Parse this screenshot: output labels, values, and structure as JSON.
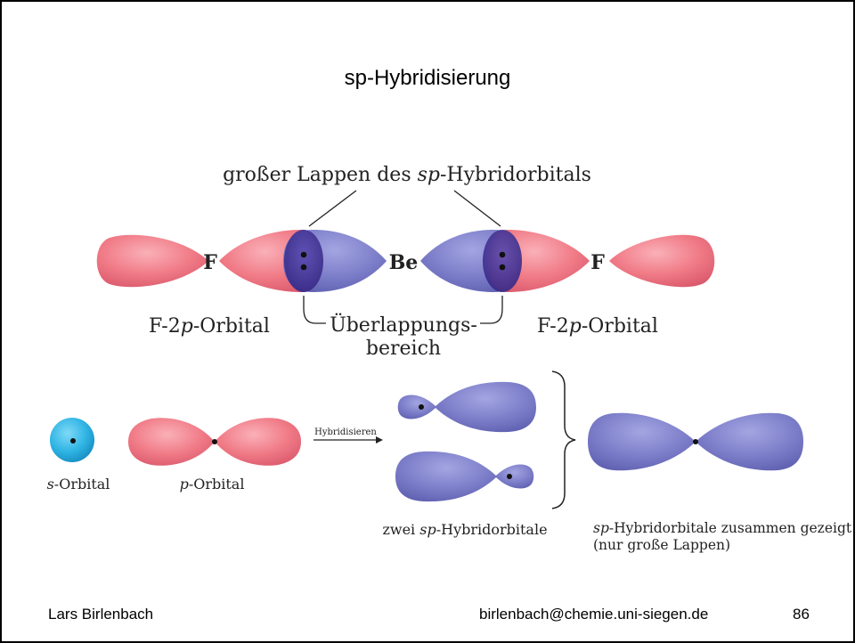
{
  "slide": {
    "title": "sp-Hybridisierung",
    "footer": {
      "author": "Lars Birlenbach",
      "email": "birlenbach@chemie.uni-siegen.de",
      "page_number": "86"
    }
  },
  "top_diagram": {
    "heading_prefix": "großer Lappen des ",
    "heading_italic": "sp",
    "heading_suffix": "-Hybridorbitals",
    "atom_f_left": "F",
    "atom_be": "Be",
    "atom_f_right": "F",
    "left_label_prefix": "F-2",
    "left_label_italic": "p",
    "left_label_suffix": "-Orbital",
    "right_label_prefix": "F-2",
    "right_label_italic": "p",
    "right_label_suffix": "-Orbital",
    "overlap_line1": "Überlappungs-",
    "overlap_line2": "bereich"
  },
  "bottom_diagram": {
    "s_label_italic": "s",
    "s_label_suffix": "-Orbital",
    "p_label_italic": "p",
    "p_label_suffix": "-Orbital",
    "arrow_label": "Hybridisieren",
    "two_sp_prefix": "zwei ",
    "two_sp_italic": "sp",
    "two_sp_suffix": "-Hybridorbitale",
    "combined_italic": "sp",
    "combined_suffix": "-Hybridorbitale zusammen gezeigt",
    "combined_line2": "(nur große Lappen)"
  },
  "colors": {
    "f_orbital": "#f07a86",
    "sp_orbital": "#7b7cc8",
    "s_orbital": "#2fb4e4",
    "overlap": "#3f2f95",
    "nucleus": "#1a1a1a"
  }
}
